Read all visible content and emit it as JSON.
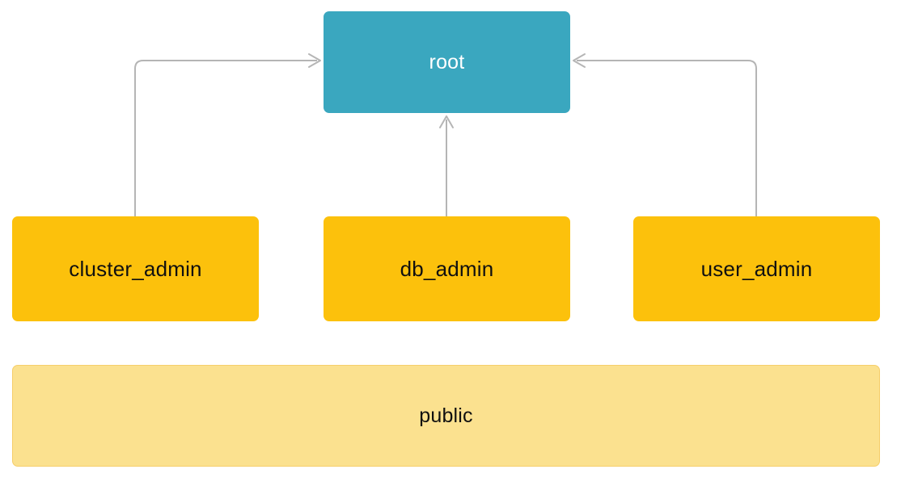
{
  "diagram": {
    "type": "role-hierarchy",
    "nodes": {
      "root": {
        "label": "root"
      },
      "cluster_admin": {
        "label": "cluster_admin"
      },
      "db_admin": {
        "label": "db_admin"
      },
      "user_admin": {
        "label": "user_admin"
      },
      "public": {
        "label": "public"
      }
    },
    "edges": [
      {
        "from": "cluster_admin",
        "to": "root",
        "style": "elbow-up-right"
      },
      {
        "from": "db_admin",
        "to": "root",
        "style": "straight-up"
      },
      {
        "from": "user_admin",
        "to": "root",
        "style": "elbow-up-left"
      }
    ]
  },
  "colors": {
    "background": "#FFFFFF",
    "root_fill": "#3AA7BF",
    "root_text": "#FFFFFF",
    "admin_fill": "#FCC10C",
    "admin_text": "#101010",
    "public_fill": "#FBE18F",
    "public_border": "#F6CE6B",
    "edge": "#B5B5B5"
  }
}
